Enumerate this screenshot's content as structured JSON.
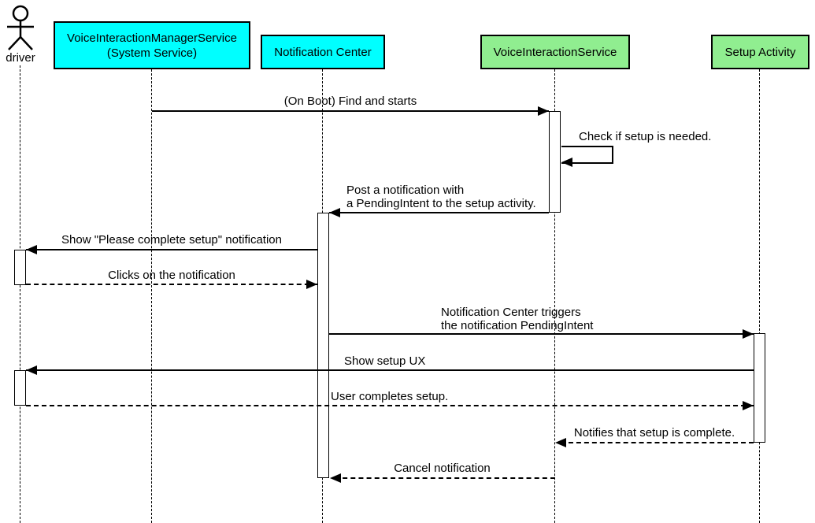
{
  "diagram": {
    "type": "uml-sequence",
    "colors": {
      "participant_cyan": "#00FFFF",
      "participant_green": "#90EE90",
      "line": "#000000",
      "background": "#FFFFFF"
    },
    "actor": {
      "name": "driver"
    },
    "participants": [
      {
        "label": "VoiceInteractionManagerService\n(System Service)",
        "color": "#00FFFF"
      },
      {
        "label": "Notification Center",
        "color": "#00FFFF"
      },
      {
        "label": "VoiceInteractionService",
        "color": "#90EE90"
      },
      {
        "label": "Setup Activity",
        "color": "#90EE90"
      }
    ],
    "messages": [
      {
        "label": "(On Boot) Find and starts",
        "from": "VoiceInteractionManagerService (System Service)",
        "to": "VoiceInteractionService",
        "style": "solid"
      },
      {
        "label": "Check if setup is needed.",
        "from": "VoiceInteractionService",
        "to": "VoiceInteractionService",
        "style": "solid",
        "self": true
      },
      {
        "label": "Post a notification with\na PendingIntent to the setup activity.",
        "from": "VoiceInteractionService",
        "to": "Notification Center",
        "style": "solid"
      },
      {
        "label": "Show \"Please complete setup\" notification",
        "from": "Notification Center",
        "to": "driver",
        "style": "solid"
      },
      {
        "label": "Clicks on the notification",
        "from": "driver",
        "to": "Notification Center",
        "style": "dashed"
      },
      {
        "label": "Notification Center triggers\nthe notification PendingIntent",
        "from": "Notification Center",
        "to": "Setup Activity",
        "style": "solid"
      },
      {
        "label": "Show setup UX",
        "from": "Setup Activity",
        "to": "driver",
        "style": "solid"
      },
      {
        "label": "User completes setup.",
        "from": "driver",
        "to": "Setup Activity",
        "style": "dashed"
      },
      {
        "label": "Notifies that setup is complete.",
        "from": "Setup Activity",
        "to": "VoiceInteractionService",
        "style": "dashed"
      },
      {
        "label": "Cancel notification",
        "from": "VoiceInteractionService",
        "to": "Notification Center",
        "style": "dashed"
      }
    ]
  }
}
